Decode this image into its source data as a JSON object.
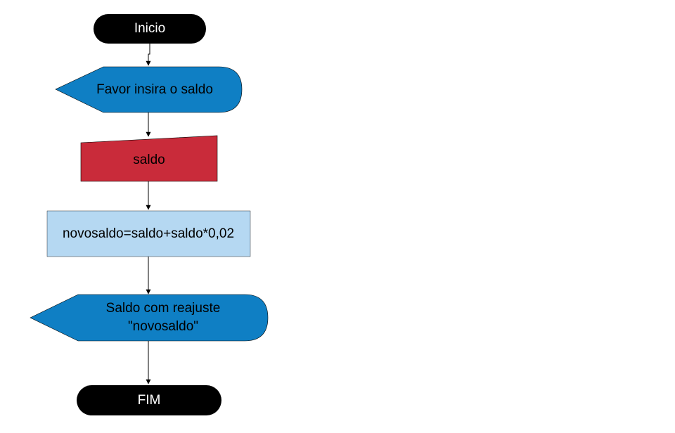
{
  "flowchart": {
    "start": {
      "label": "Inicio"
    },
    "prompt": {
      "label": "Favor insira o saldo"
    },
    "input": {
      "label": "saldo"
    },
    "process": {
      "label": "novosaldo=saldo+saldo*0,02"
    },
    "output": {
      "line1": "Saldo com reajuste",
      "line2": "\"novosaldo\""
    },
    "end": {
      "label": "FIM"
    }
  },
  "colors": {
    "terminal": "#000000",
    "display": "#0f7fc4",
    "input": "#c92b3a",
    "process": "#b5d8f2",
    "line": "#000000"
  }
}
